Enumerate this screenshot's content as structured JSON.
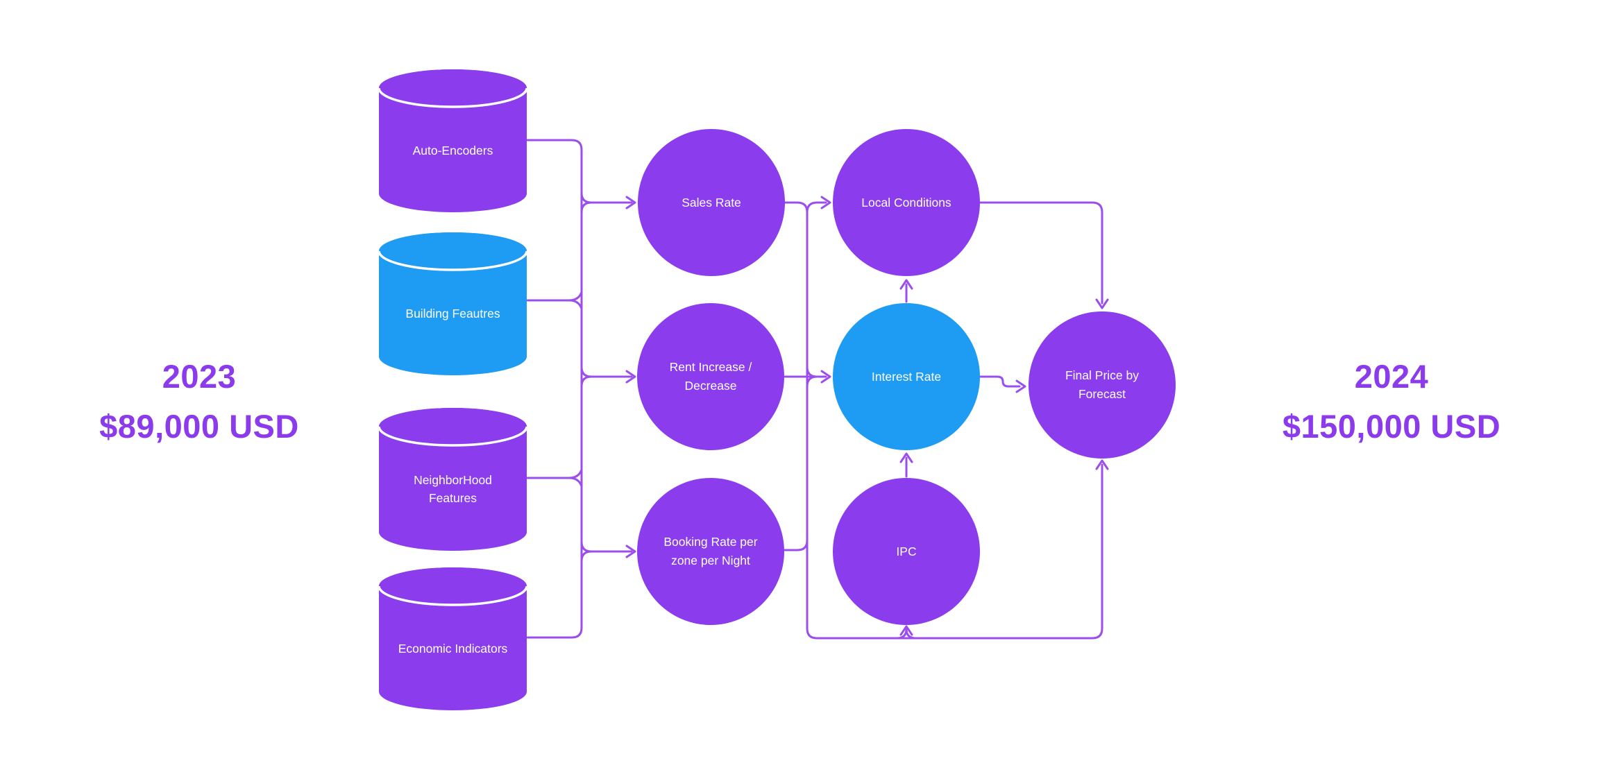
{
  "colors": {
    "purple": "#8B3DED",
    "blue": "#1E9BF2",
    "line": "#9B4DEE",
    "label": "#8B3BEC",
    "node_text": "#FFFFFF",
    "background": "#FFFFFF"
  },
  "left_panel": {
    "year": "2023",
    "amount": "$89,000 USD"
  },
  "right_panel": {
    "year": "2024",
    "amount": "$150,000 USD"
  },
  "datastores": [
    {
      "id": "auto-encoders",
      "label": "Auto-Encoders",
      "color": "#8B3DED"
    },
    {
      "id": "building-features",
      "label": "Building Feautres",
      "color": "#1E9BF2"
    },
    {
      "id": "neighborhood-features",
      "label": "NeighborHood Features",
      "color": "#8B3DED"
    },
    {
      "id": "economic-indicators",
      "label": "Economic Indicators",
      "color": "#8B3DED"
    }
  ],
  "nodes": [
    {
      "id": "sales-rate",
      "label": "Sales Rate",
      "color": "#8B3DED"
    },
    {
      "id": "rent-increase-decrease",
      "label": "Rent Increase / Decrease",
      "color": "#8B3DED"
    },
    {
      "id": "booking-rate",
      "label": "Booking Rate per zone per Night",
      "color": "#8B3DED"
    },
    {
      "id": "local-conditions",
      "label": "Local Conditions",
      "color": "#8B3DED"
    },
    {
      "id": "interest-rate",
      "label": "Interest Rate",
      "color": "#1E9BF2"
    },
    {
      "id": "ipc",
      "label": "IPC",
      "color": "#8B3DED"
    },
    {
      "id": "final-price",
      "label": "Final Price by Forecast",
      "color": "#8B3DED"
    }
  ]
}
